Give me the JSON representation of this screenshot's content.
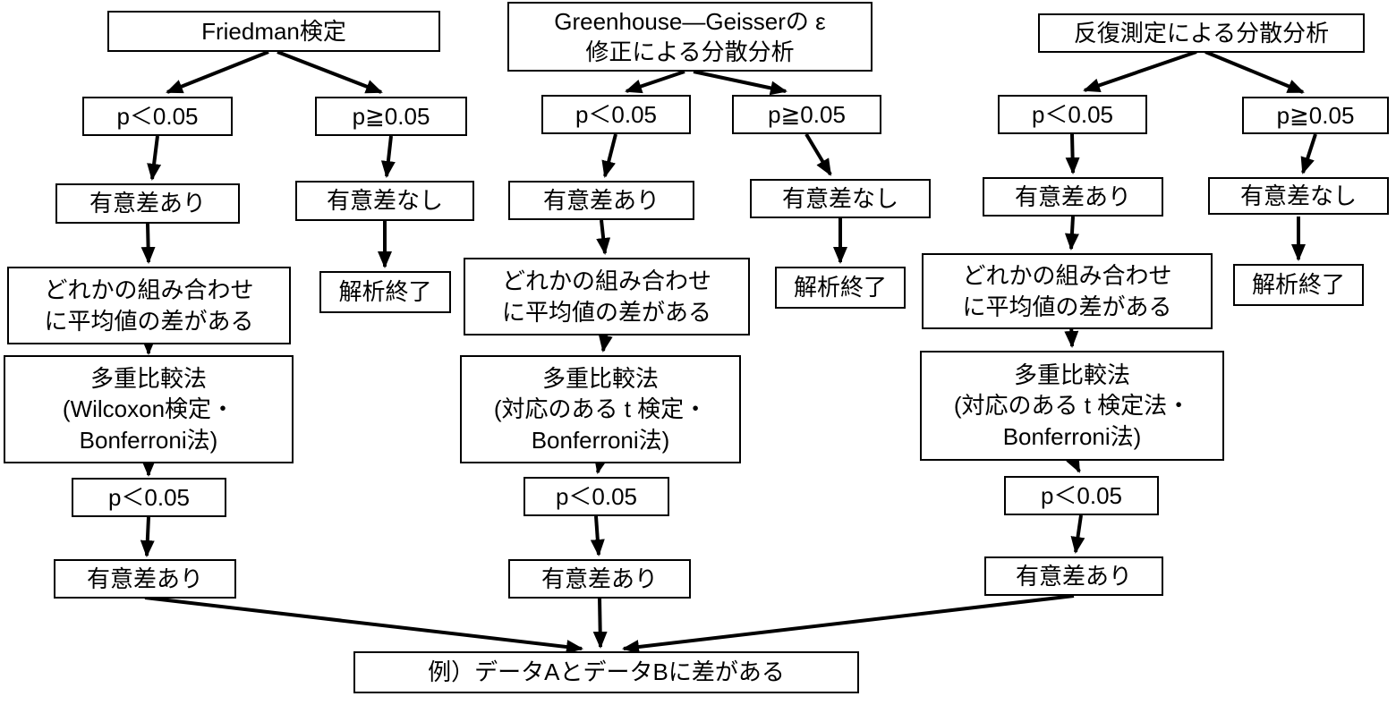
{
  "diagram_type": "flowchart",
  "colors": {
    "box_border": "#000000",
    "box_background": "#ffffff",
    "arrow": "#000000",
    "text": "#000000"
  },
  "columns": [
    {
      "id": "friedman",
      "nodes": {
        "root": "Friedman検定",
        "p_significant": "p＜0.05",
        "p_not_significant": "p≧0.05",
        "significant": "有意差あり",
        "not_significant": "有意差なし",
        "analysis_end": "解析終了",
        "pair_difference": "どれかの組み合わせ\nに平均値の差がある",
        "multiple_comparison": "多重比較法\n(Wilcoxon検定・\nBonferroni法)",
        "p_significant_2": "p＜0.05",
        "significant_2": "有意差あり"
      }
    },
    {
      "id": "greenhouse-geisser",
      "nodes": {
        "root": "Greenhouse―Geisserの ε\n修正による分散分析",
        "p_significant": "p＜0.05",
        "p_not_significant": "p≧0.05",
        "significant": "有意差あり",
        "not_significant": "有意差なし",
        "analysis_end": "解析終了",
        "pair_difference": "どれかの組み合わせ\nに平均値の差がある",
        "multiple_comparison": "多重比較法\n(対応のある t 検定・\nBonferroni法)",
        "p_significant_2": "p＜0.05",
        "significant_2": "有意差あり"
      }
    },
    {
      "id": "repeated-anova",
      "nodes": {
        "root": "反復測定による分散分析",
        "p_significant": "p＜0.05",
        "p_not_significant": "p≧0.05",
        "significant": "有意差あり",
        "not_significant": "有意差なし",
        "analysis_end": "解析終了",
        "pair_difference": "どれかの組み合わせ\nに平均値の差がある",
        "multiple_comparison": "多重比較法\n(対応のある t 検定法・\nBonferroni法)",
        "p_significant_2": "p＜0.05",
        "significant_2": "有意差あり"
      }
    }
  ],
  "result": "例）データAとデータBに差がある"
}
